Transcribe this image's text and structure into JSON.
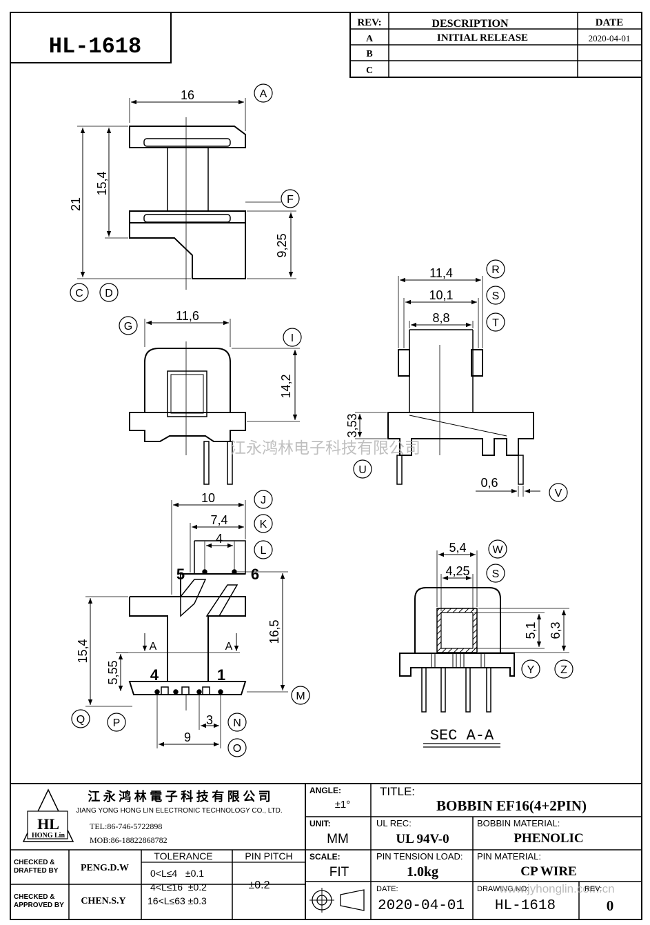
{
  "part_number_box": "HL-1618",
  "revision_table": {
    "headers": {
      "rev": "REV:",
      "description": "DESCRIPTION",
      "date": "DATE"
    },
    "rows": [
      {
        "rev": "A",
        "description": "INITIAL RELEASE",
        "date": "2020-04-01"
      },
      {
        "rev": "B",
        "description": "",
        "date": ""
      },
      {
        "rev": "C",
        "description": "",
        "date": ""
      }
    ]
  },
  "view_top": {
    "dim_width": "16",
    "dim_height_total": "21",
    "dim_height_flange": "15,4",
    "dim_lower": "9,25",
    "callouts": {
      "a": "A",
      "f": "F",
      "c": "C",
      "d": "D"
    }
  },
  "view_front": {
    "dim_width": "11,6",
    "dim_height": "14,2",
    "callouts": {
      "g": "G",
      "i": "I"
    }
  },
  "view_side": {
    "dim_outer": "11,4",
    "dim_mid": "10,1",
    "dim_inner": "8,8",
    "dim_base": "3,53",
    "dim_pin": "0,6",
    "callouts": {
      "r": "R",
      "s": "S",
      "t": "T",
      "u": "U",
      "v": "V"
    }
  },
  "view_bottom": {
    "dim_width": "10",
    "dim_mid": "7,4",
    "dim_pin_pitch_top": "4",
    "dim_height_right": "16,5",
    "dim_height_left": "15,4",
    "dim_low": "5,55",
    "dim_pin_spacing": "3",
    "dim_pin_row": "9",
    "pin_labels": {
      "p5": "5",
      "p6": "6",
      "p4": "4",
      "p1": "1"
    },
    "section_marks": {
      "left": "A",
      "right": "A"
    },
    "callouts": {
      "j": "J",
      "k": "K",
      "l": "L",
      "m": "M",
      "n": "N",
      "o": "O",
      "p": "P",
      "q": "Q"
    }
  },
  "view_section": {
    "dim_outer": "5,4",
    "dim_inner": "4,25",
    "dim_h1": "5,1",
    "dim_h2": "6,3",
    "label": "SEC  A-A",
    "callouts": {
      "w": "W",
      "s": "S",
      "y": "Y",
      "z": "Z"
    }
  },
  "watermark": "江永鸿林电子科技有限公司",
  "title_block": {
    "company_cn": "江 永 鸿 林 電 子 科 技 有 限 公 司",
    "company_en": "JIANG YONG HONG LIN ELECTRONIC TECHNOLOGY CO., LTD.",
    "logo_main": "HL",
    "logo_sub": "HONG Lin",
    "tel": "TEL:86-746-5722898",
    "mob": "MOB:86-18822868782",
    "angle_label": "ANGLE:",
    "angle_value": "±1°",
    "title_label": "TITLE:",
    "title_value": "BOBBIN   EF16(4+2PIN)",
    "unit_label": "UNIT:",
    "unit_value": "MM",
    "ul_label": "UL REC:",
    "ul_value": "UL 94V-0",
    "bobbin_material_label": "BOBBIN MATERIAL:",
    "bobbin_material_value": "PHENOLIC",
    "checked_drafted_label": [
      "CHECKED &",
      "DRAFTED BY"
    ],
    "checked_drafted_value": "PENG.D.W",
    "checked_approved_label": [
      "CHECKED &",
      "APPROVED BY"
    ],
    "checked_approved_value": "CHEN.S.Y",
    "tolerance_label": "TOLERANCE",
    "tolerance_rows": [
      "0<L≤4   ±0.1",
      "4<L≤16  ±0.2",
      "16<L≤63 ±0.3"
    ],
    "pin_pitch_label": "PIN PITCH",
    "pin_pitch_value": "±0.2",
    "scale_label": "SCALE:",
    "scale_value": "FIT",
    "pin_tension_label": "PIN TENSION LOAD:",
    "pin_tension_value": "1.0kg",
    "pin_material_label": "PIN MATERIAL:",
    "pin_material_value": "CP WIRE",
    "date_label": "DATE:",
    "date_value": "2020-04-01",
    "drawing_no_label": "DRAWING NO:",
    "drawing_no_value": "HL-1618",
    "rev_label": "REV:",
    "rev_value": "0",
    "website": "www.jyhonglin.com.cn"
  }
}
